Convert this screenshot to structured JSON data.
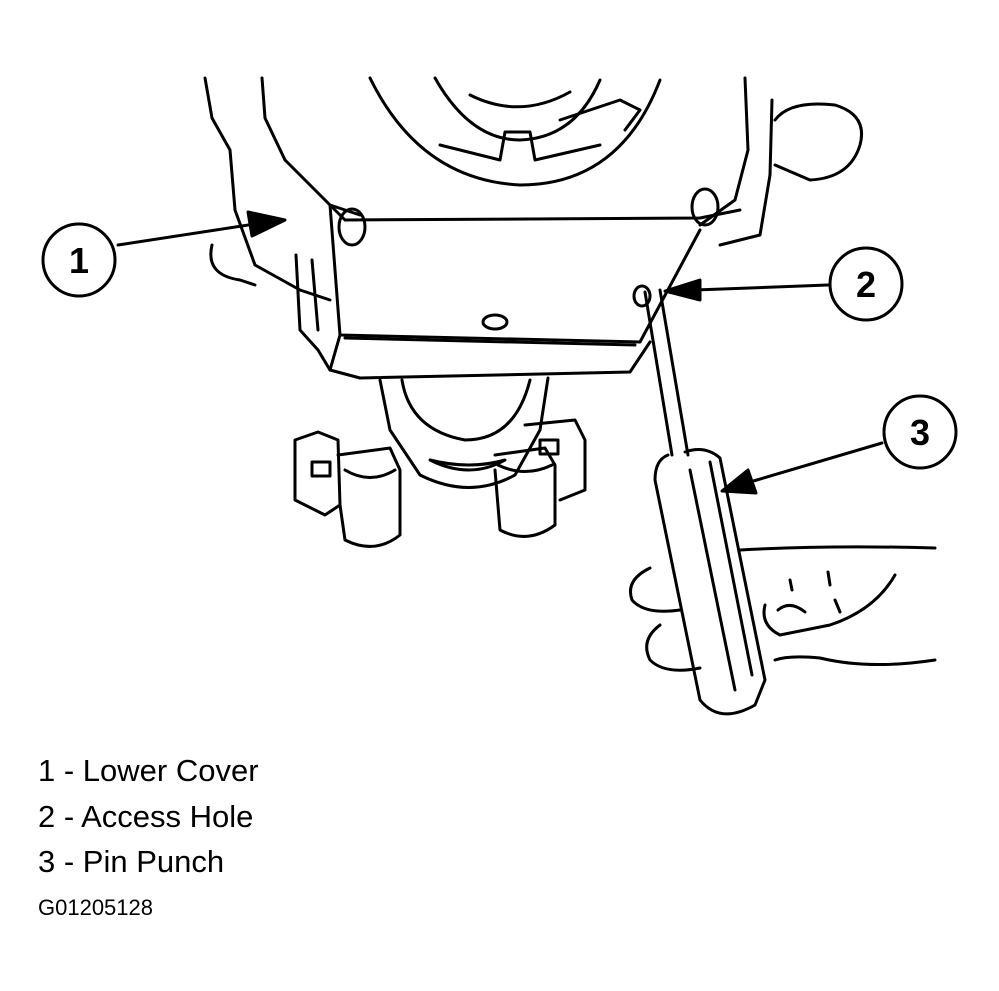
{
  "callouts": [
    {
      "number": "1"
    },
    {
      "number": "2"
    },
    {
      "number": "3"
    }
  ],
  "legend": [
    {
      "text": "1 - Lower Cover"
    },
    {
      "text": "2 - Access Hole"
    },
    {
      "text": "3 - Pin Punch"
    }
  ],
  "figure_id": "G01205128",
  "colors": {
    "ink": "#000000",
    "paper": "#ffffff"
  }
}
